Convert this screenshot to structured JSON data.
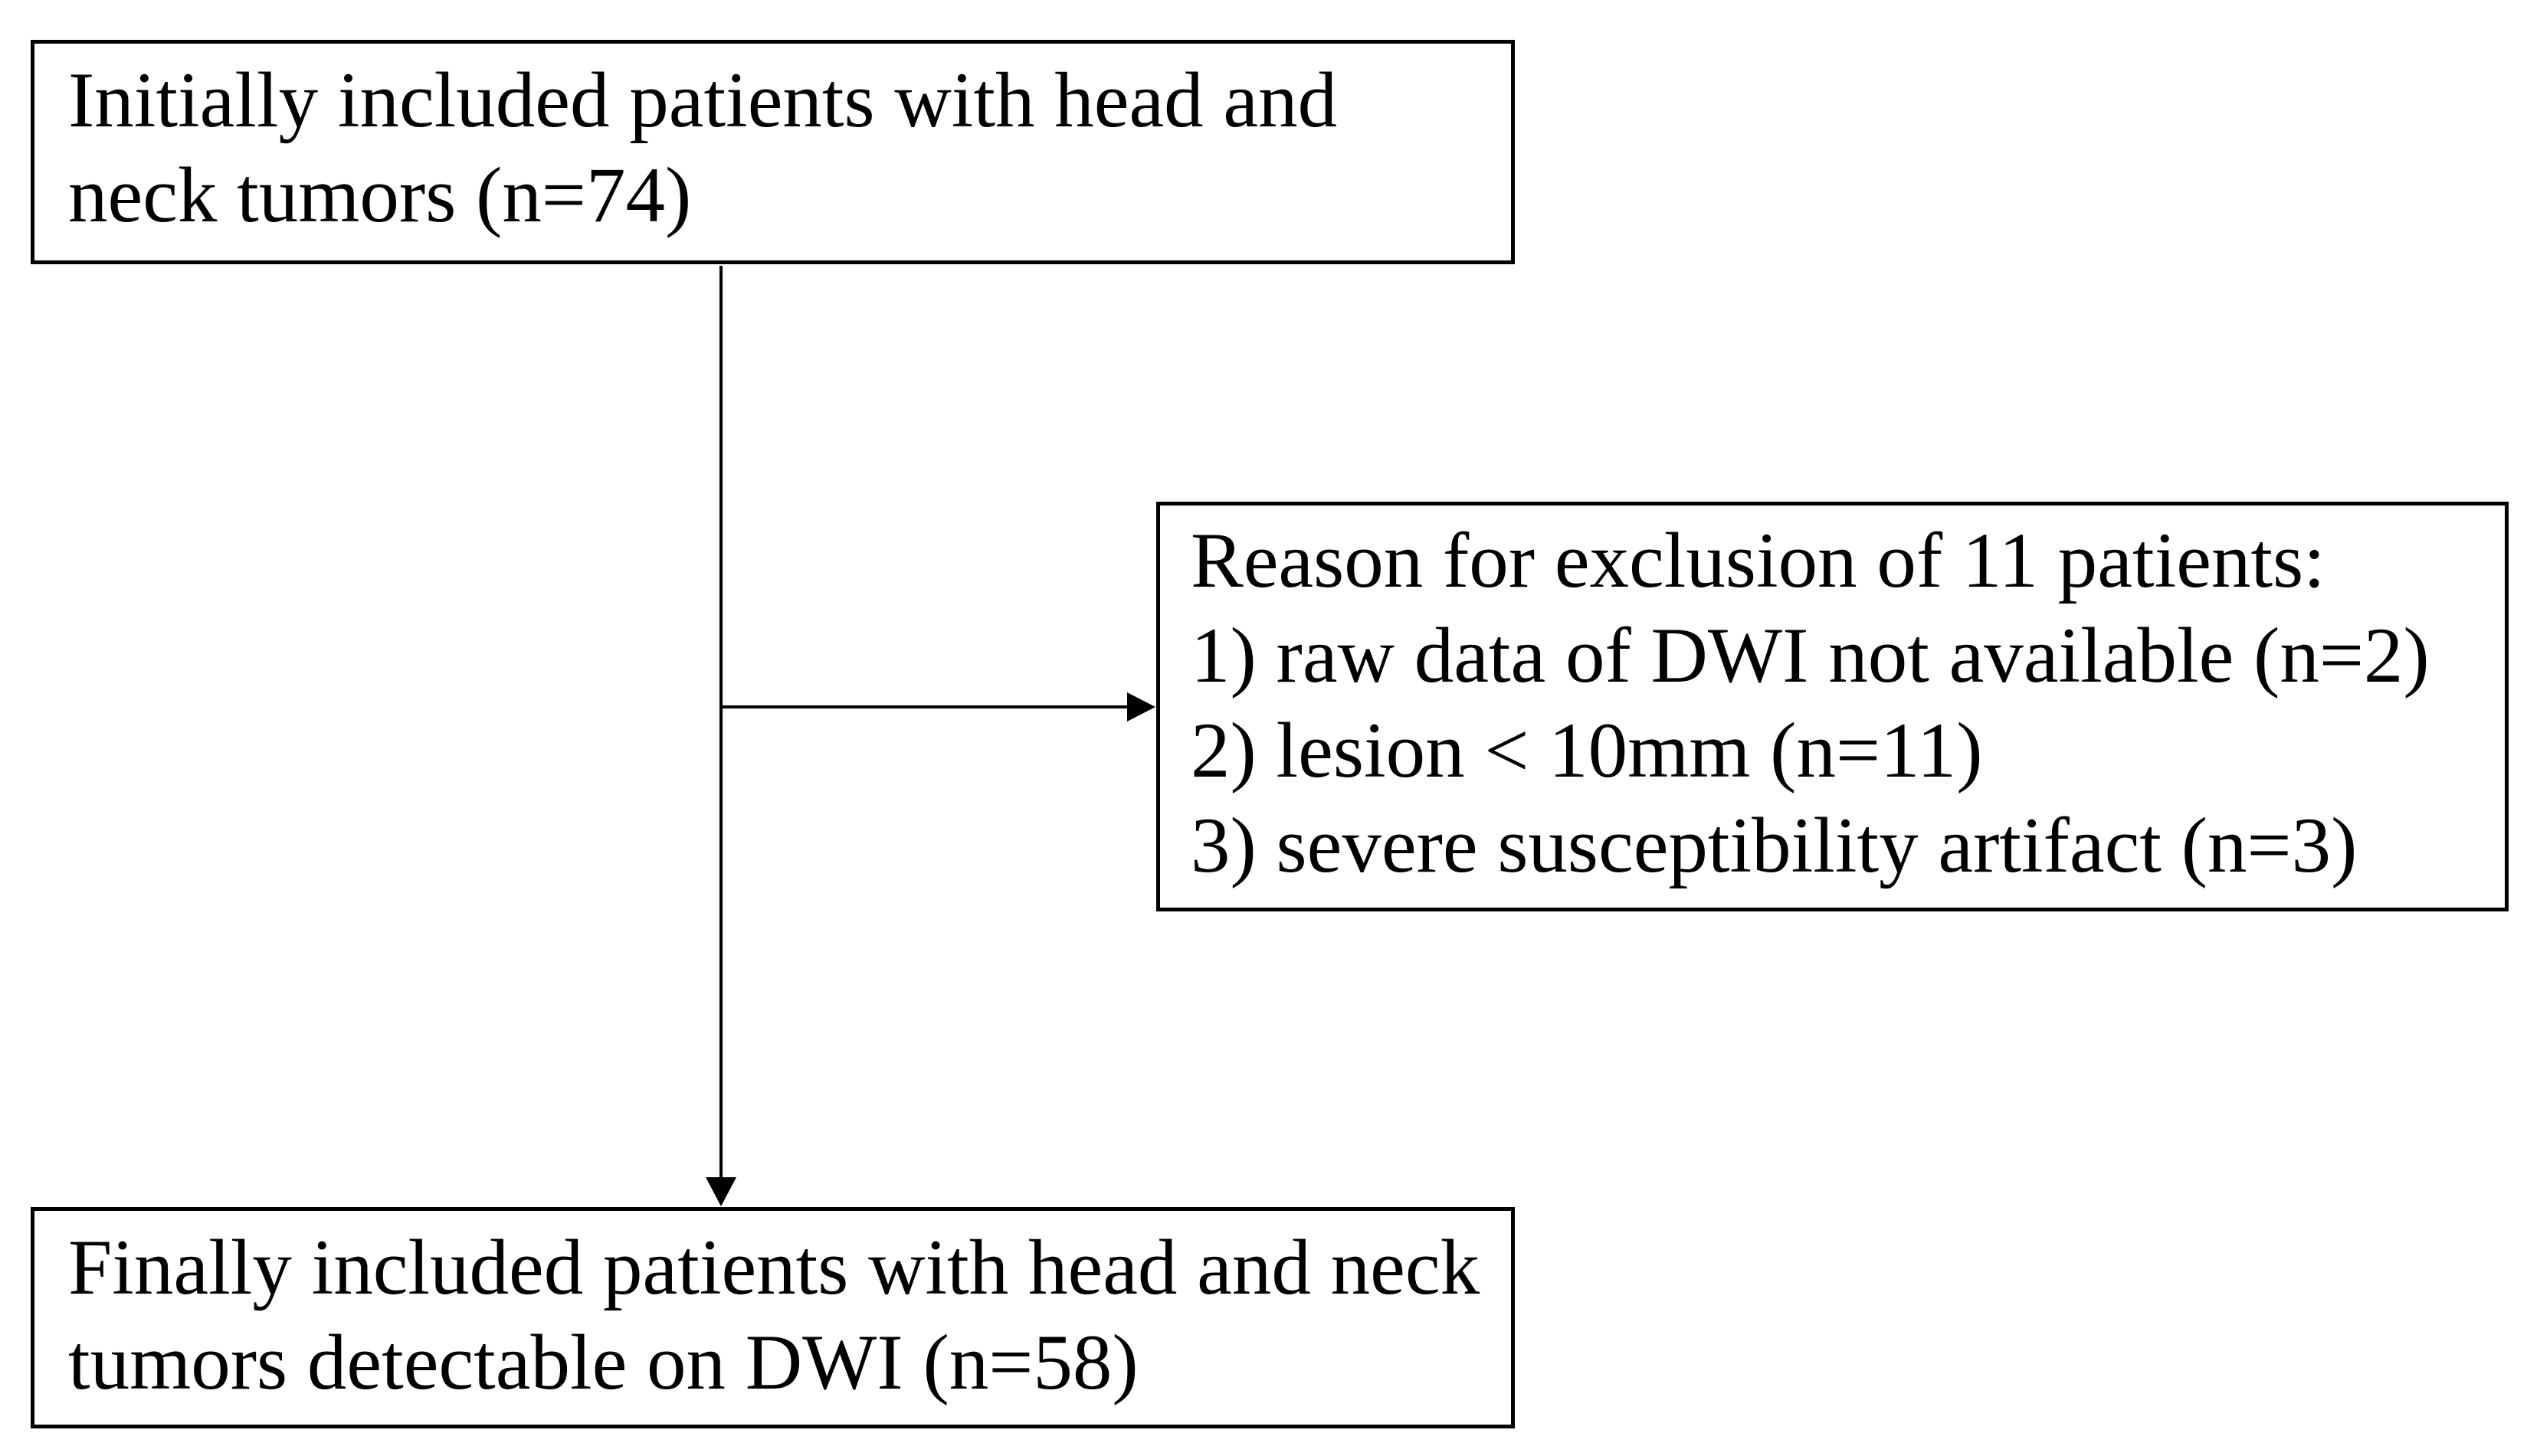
{
  "figure": {
    "kind": "patient-flow-diagram"
  },
  "colors": {
    "background": "#ffffff",
    "text": "#000000",
    "line": "#000000",
    "box_border": "#000000"
  },
  "boxes": {
    "initial": {
      "lines": [
        "Initially included patients with head and",
        "neck tumors (n=74)"
      ],
      "n": 74
    },
    "exclusion": {
      "lines": [
        "Reason for exclusion of 11 patients:",
        "1) raw data of DWI not available (n=2)",
        "2) lesion < 10mm (n=11)",
        "3) severe susceptibility artifact (n=3)"
      ],
      "excluded_total": 11,
      "reasons": [
        {
          "label": "raw data of DWI not available",
          "n": 2
        },
        {
          "label": "lesion < 10mm",
          "n": 11
        },
        {
          "label": "severe susceptibility artifact",
          "n": 3
        }
      ]
    },
    "final": {
      "lines": [
        "Finally included patients with head and neck",
        "tumors detectable on DWI (n=58)"
      ],
      "n": 58
    }
  }
}
